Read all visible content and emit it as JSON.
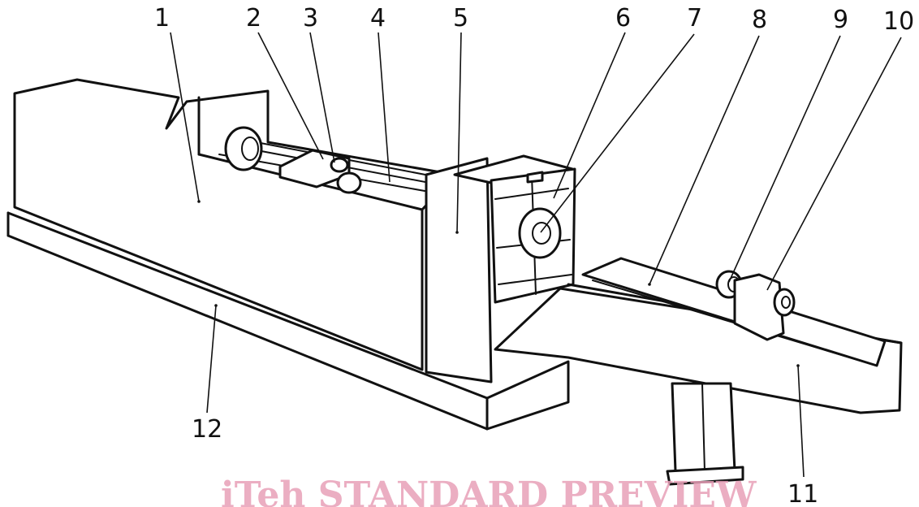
{
  "labels": [
    "1",
    "2",
    "3",
    "4",
    "5",
    "6",
    "7",
    "8",
    "9",
    "10",
    "11",
    "12"
  ],
  "watermark": "iTeh STANDARD PREVIEW"
}
